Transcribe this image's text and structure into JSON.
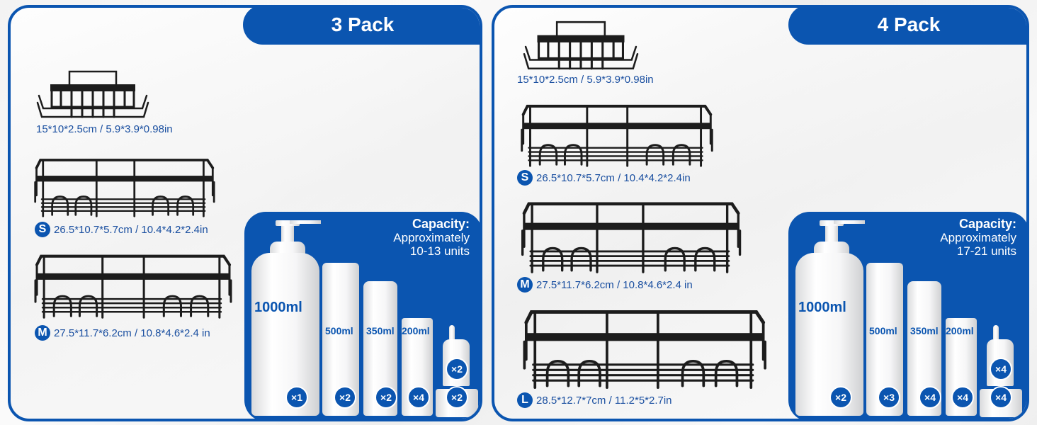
{
  "colors": {
    "brand_blue": "#0b55b0",
    "label_blue": "#1a4fa0",
    "rack_black": "#1c1c1c",
    "background": "#f3f3f3"
  },
  "left_panel": {
    "title": "3 Pack",
    "racks": [
      {
        "size": "",
        "dimensions": "15*10*2.5cm / 5.9*3.9*0.98in",
        "type": "soap-holder"
      },
      {
        "size": "S",
        "dimensions": "26.5*10.7*5.7cm / 10.4*4.2*2.4in",
        "type": "shelf"
      },
      {
        "size": "M",
        "dimensions": "27.5*11.7*6.2cm / 10.8*4.6*2.4 in",
        "type": "shelf"
      }
    ],
    "capacity": {
      "title": "Capacity:",
      "line1": "Approximately",
      "line2": "10-13 units",
      "items": [
        {
          "volume": "1000ml",
          "count": "×1",
          "kind": "pump-bottle"
        },
        {
          "volume": "500ml",
          "count": "×2",
          "kind": "bottle"
        },
        {
          "volume": "350ml",
          "count": "×2",
          "kind": "bottle"
        },
        {
          "volume": "200ml",
          "count": "×4",
          "kind": "tube"
        },
        {
          "volume": "",
          "count": "×2",
          "kind": "dropper-bottle"
        },
        {
          "volume": "",
          "count": "×2",
          "kind": "cream-jar"
        }
      ]
    }
  },
  "right_panel": {
    "title": "4 Pack",
    "racks": [
      {
        "size": "",
        "dimensions": "15*10*2.5cm / 5.9*3.9*0.98in",
        "type": "soap-holder"
      },
      {
        "size": "S",
        "dimensions": "26.5*10.7*5.7cm / 10.4*4.2*2.4in",
        "type": "shelf"
      },
      {
        "size": "M",
        "dimensions": "27.5*11.7*6.2cm / 10.8*4.6*2.4 in",
        "type": "shelf"
      },
      {
        "size": "L",
        "dimensions": "28.5*12.7*7cm / 11.2*5*2.7in",
        "type": "shelf"
      }
    ],
    "capacity": {
      "title": "Capacity:",
      "line1": "Approximately",
      "line2": "17-21 units",
      "items": [
        {
          "volume": "1000ml",
          "count": "×2",
          "kind": "pump-bottle"
        },
        {
          "volume": "500ml",
          "count": "×3",
          "kind": "bottle"
        },
        {
          "volume": "350ml",
          "count": "×4",
          "kind": "bottle"
        },
        {
          "volume": "200ml",
          "count": "×4",
          "kind": "tube"
        },
        {
          "volume": "",
          "count": "×4",
          "kind": "dropper-bottle"
        },
        {
          "volume": "",
          "count": "×4",
          "kind": "cream-jar"
        }
      ]
    }
  }
}
